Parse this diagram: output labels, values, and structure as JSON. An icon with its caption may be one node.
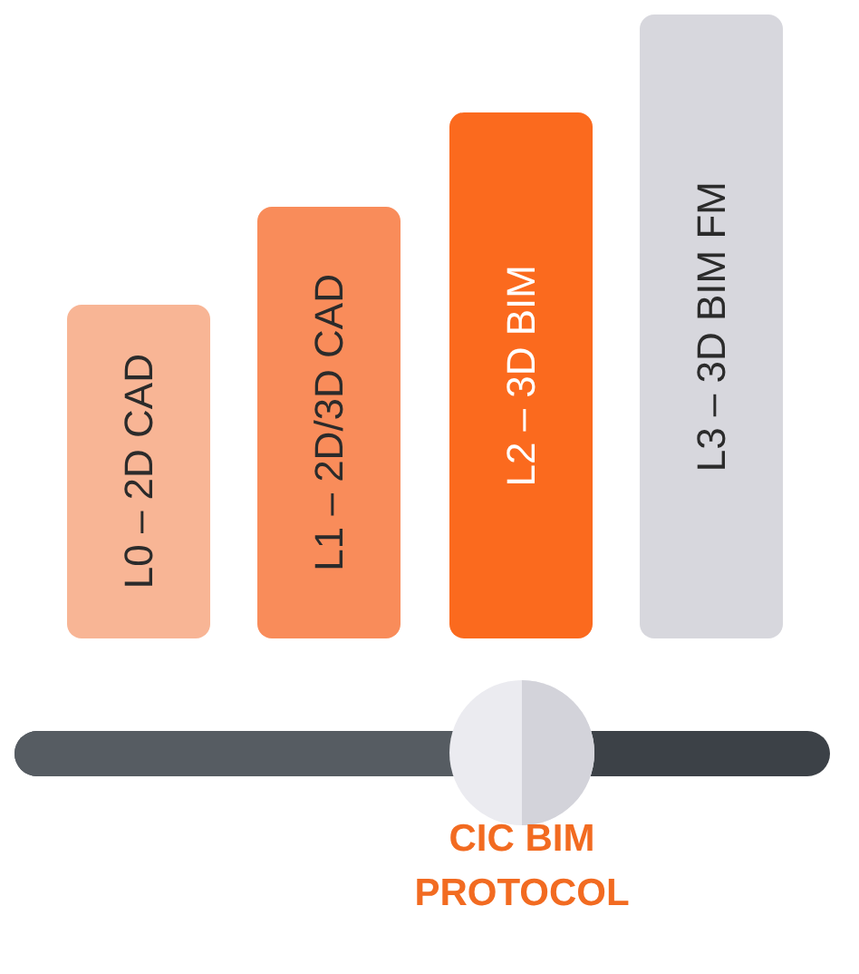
{
  "diagram": {
    "nodes": [
      {
        "text": [
          "L0 – 2D CAD"
        ]
      },
      {
        "text": [
          "L1 – 2D/3D CAD"
        ]
      },
      {
        "text": [
          "L2 – 3D BIM"
        ]
      },
      {
        "text": [
          "L3 – 3D BIM FM"
        ]
      }
    ],
    "labels": [
      "CIC BIM PROTOCOL"
    ]
  }
}
